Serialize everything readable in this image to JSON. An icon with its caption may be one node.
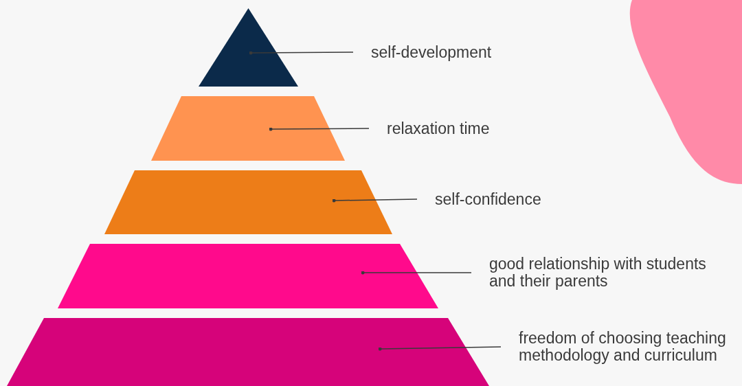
{
  "diagram": {
    "nodes": [
      {
        "text": [],
        "shape": "triangle"
      },
      {
        "text": [],
        "shape": "trapezoid"
      },
      {
        "text": [],
        "shape": "trapezoid"
      },
      {
        "text": [],
        "shape": "trapezoid"
      },
      {
        "text": [],
        "shape": "trapezoid"
      },
      {
        "text": [
          "self-development"
        ]
      },
      {
        "text": [
          "relaxation time"
        ]
      },
      {
        "text": [
          "self-confidence"
        ]
      },
      {
        "text": [
          "good relationship with students and their parents"
        ]
      },
      {
        "text": [
          "freedom of choosing teaching methodology and curriculum"
        ]
      }
    ],
    "edges": [
      {
        "from": 5,
        "to": 0,
        "arrow": "other"
      },
      {
        "from": 6,
        "to": 1,
        "arrow": "other"
      },
      {
        "from": 7,
        "to": 2,
        "arrow": "other"
      },
      {
        "from": 8,
        "to": 3,
        "arrow": "other"
      },
      {
        "from": 9,
        "to": 4,
        "arrow": "other"
      }
    ]
  }
}
